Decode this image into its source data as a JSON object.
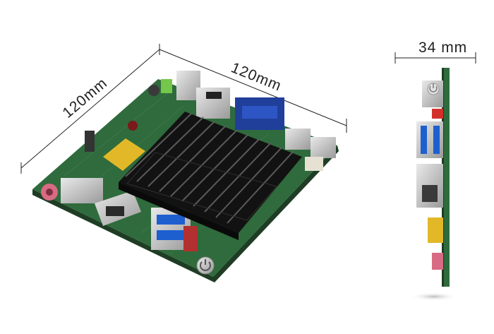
{
  "dimensions": {
    "length_label": "120mm",
    "width_label": "120mm",
    "height_label": "34 mm"
  },
  "colors": {
    "pcb": "#2f6b3c",
    "heatsink": "#1b1b1b",
    "vga_port": "#1f3f9a",
    "usb3_insert": "#1e5fd0",
    "audio_jack": "#d86a84",
    "background": "#ffffff"
  },
  "icons": [
    "power-button-icon"
  ]
}
